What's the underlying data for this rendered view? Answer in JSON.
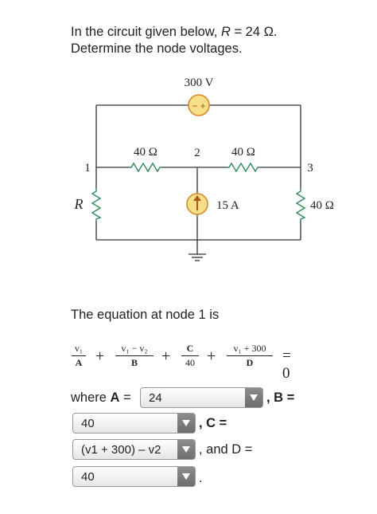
{
  "prompt": {
    "line1_prefix": "In the circuit given below, ",
    "line1_var": "R",
    "line1_suffix": " = 24 Ω.",
    "line2": "Determine the node voltages."
  },
  "circuit": {
    "voltage_source_label": "300 V",
    "voltage_source_symbol": "− +",
    "res_left_label": "40 Ω",
    "res_right_label": "40 Ω",
    "res_vertical_label": "40 Ω",
    "res_R_label": "R",
    "current_source_label": "15 A",
    "node1": "1",
    "node2": "2",
    "node3": "3"
  },
  "question": {
    "node_eq_text": "The equation at node 1 is",
    "frac1_num": "v₁",
    "frac1_den": "A",
    "frac2_num": "v₁ − v₂",
    "frac2_den": "B",
    "frac3_num": "C",
    "frac3_den": "40",
    "frac4_num": "v₁ + 300",
    "frac4_den": "D",
    "plus": "+",
    "equals_zero": "= 0",
    "where_prefix": "where ",
    "A_label": "A",
    "eq_sign": " = ",
    "B_suffix": ", B =",
    "C_suffix": ", C =",
    "D_suffix": ", and D =",
    "period": "."
  },
  "answers": {
    "A": "24",
    "B": "40",
    "C": "(v1 + 300) – v2",
    "D": "40"
  }
}
